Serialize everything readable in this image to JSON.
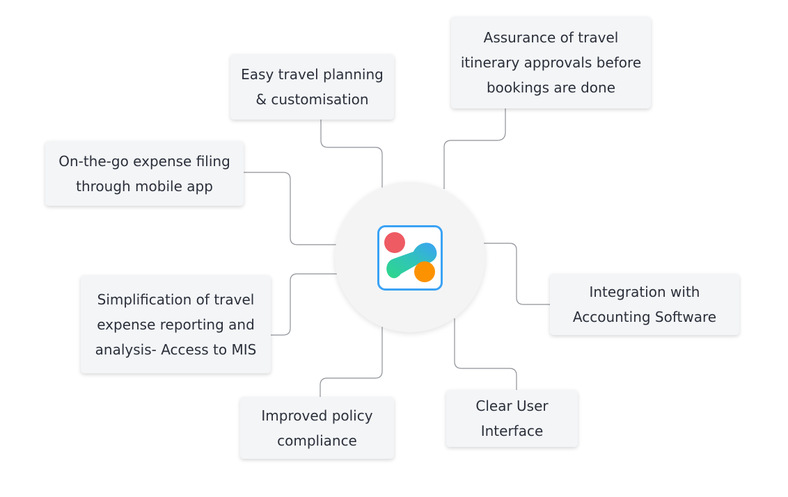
{
  "diagram": {
    "center": {
      "logo_icon": "app-logo-icon"
    },
    "nodes": [
      {
        "id": "easy-travel-planning",
        "label": "Easy travel planning\n& customisation"
      },
      {
        "id": "itinerary-approvals",
        "label": "Assurance of travel\nitinerary approvals before\nbookings are done"
      },
      {
        "id": "expense-filing",
        "label": "On-the-go expense filing\nthrough mobile app"
      },
      {
        "id": "accounting-integration",
        "label": "Integration with\nAccounting Software"
      },
      {
        "id": "expense-reporting",
        "label": "Simplification of travel\nexpense reporting and\nanalysis- Access to MIS"
      },
      {
        "id": "policy-compliance",
        "label": "Improved policy\ncompliance"
      },
      {
        "id": "clear-ui",
        "label": "Clear User\nInterface"
      }
    ],
    "colors": {
      "node_bg": "#f3f5f7",
      "connector": "#8e9197",
      "text": "#2b2f3a",
      "logo_red": "#ee5b63",
      "logo_blue": "#3aa2f5",
      "logo_green": "#2ed889",
      "logo_orange": "#fc9200",
      "logo_border": "#3aa2f5"
    }
  }
}
